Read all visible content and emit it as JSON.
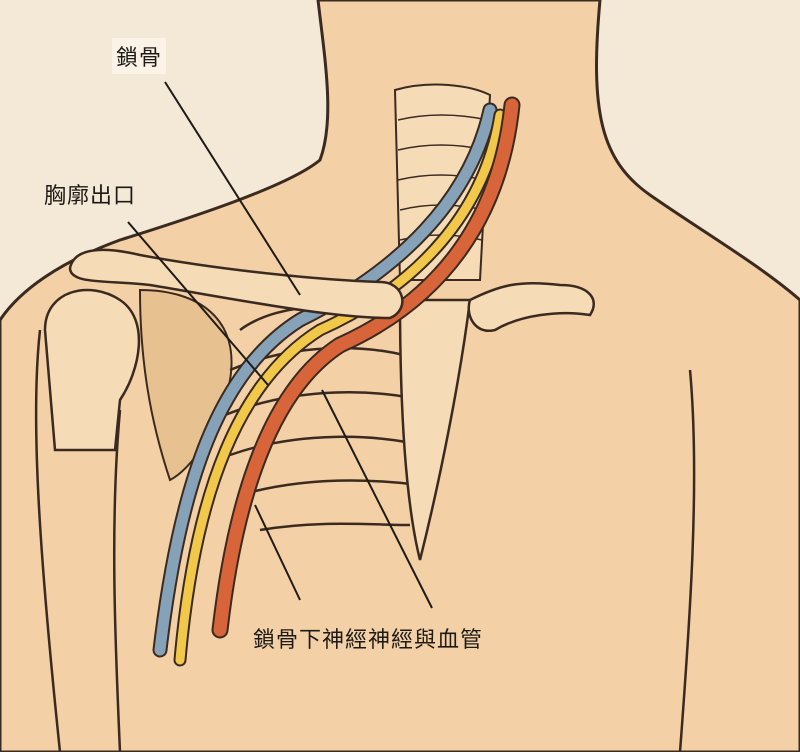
{
  "labels": {
    "clavicle": "鎖骨",
    "thoracic_outlet": "胸廓出口",
    "subclavian": "鎖骨下神經神經與血管"
  },
  "colors": {
    "background": "#f4e8d6",
    "skin": "#f3d0a6",
    "bone": "#f6dcb6",
    "outline": "#3a2a20",
    "nerve_blue": "#86a2b8",
    "nerve_yellow": "#f1c84a",
    "artery_red": "#d8643a"
  }
}
